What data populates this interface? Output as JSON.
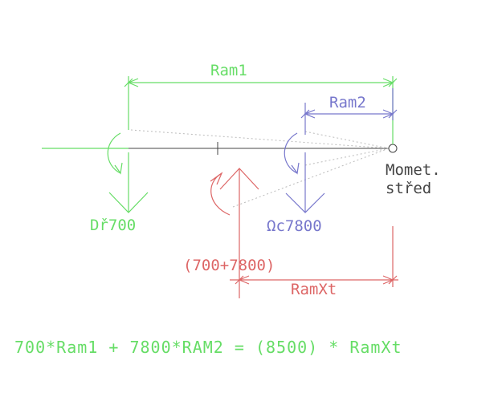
{
  "colors": {
    "green": "#66dd66",
    "blue": "#7777cc",
    "red": "#dd6666",
    "gray": "#444444",
    "dotted": "#bbbbbb"
  },
  "labels": {
    "ram1": "Ram1",
    "ram2": "Ram2",
    "moment_line1": "Momet.",
    "moment_line2": "střed",
    "force1": "Dř700",
    "force2": "Ωc7800",
    "sum_force": "(700+7800)",
    "ramxt": "RamXt",
    "equation": "700*Ram1 + 7800*RAM2 = (8500) * RamXt"
  }
}
